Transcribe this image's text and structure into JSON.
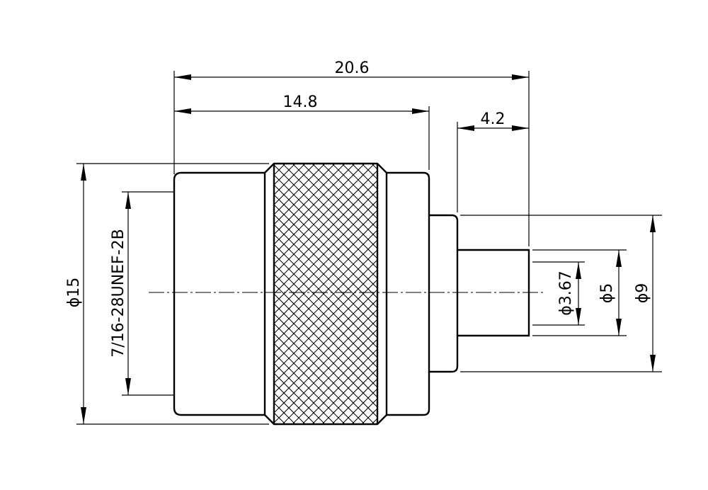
{
  "dimensions": {
    "overall_length": "20.6",
    "body_length": "14.8",
    "pin_length": "4.2",
    "outer_diameter": "ϕ15",
    "thread": "7/16-28UNEF-2B",
    "pin_diameter": "ϕ3.67",
    "inner_diameter": "ϕ5",
    "rear_diameter": "ϕ9"
  }
}
